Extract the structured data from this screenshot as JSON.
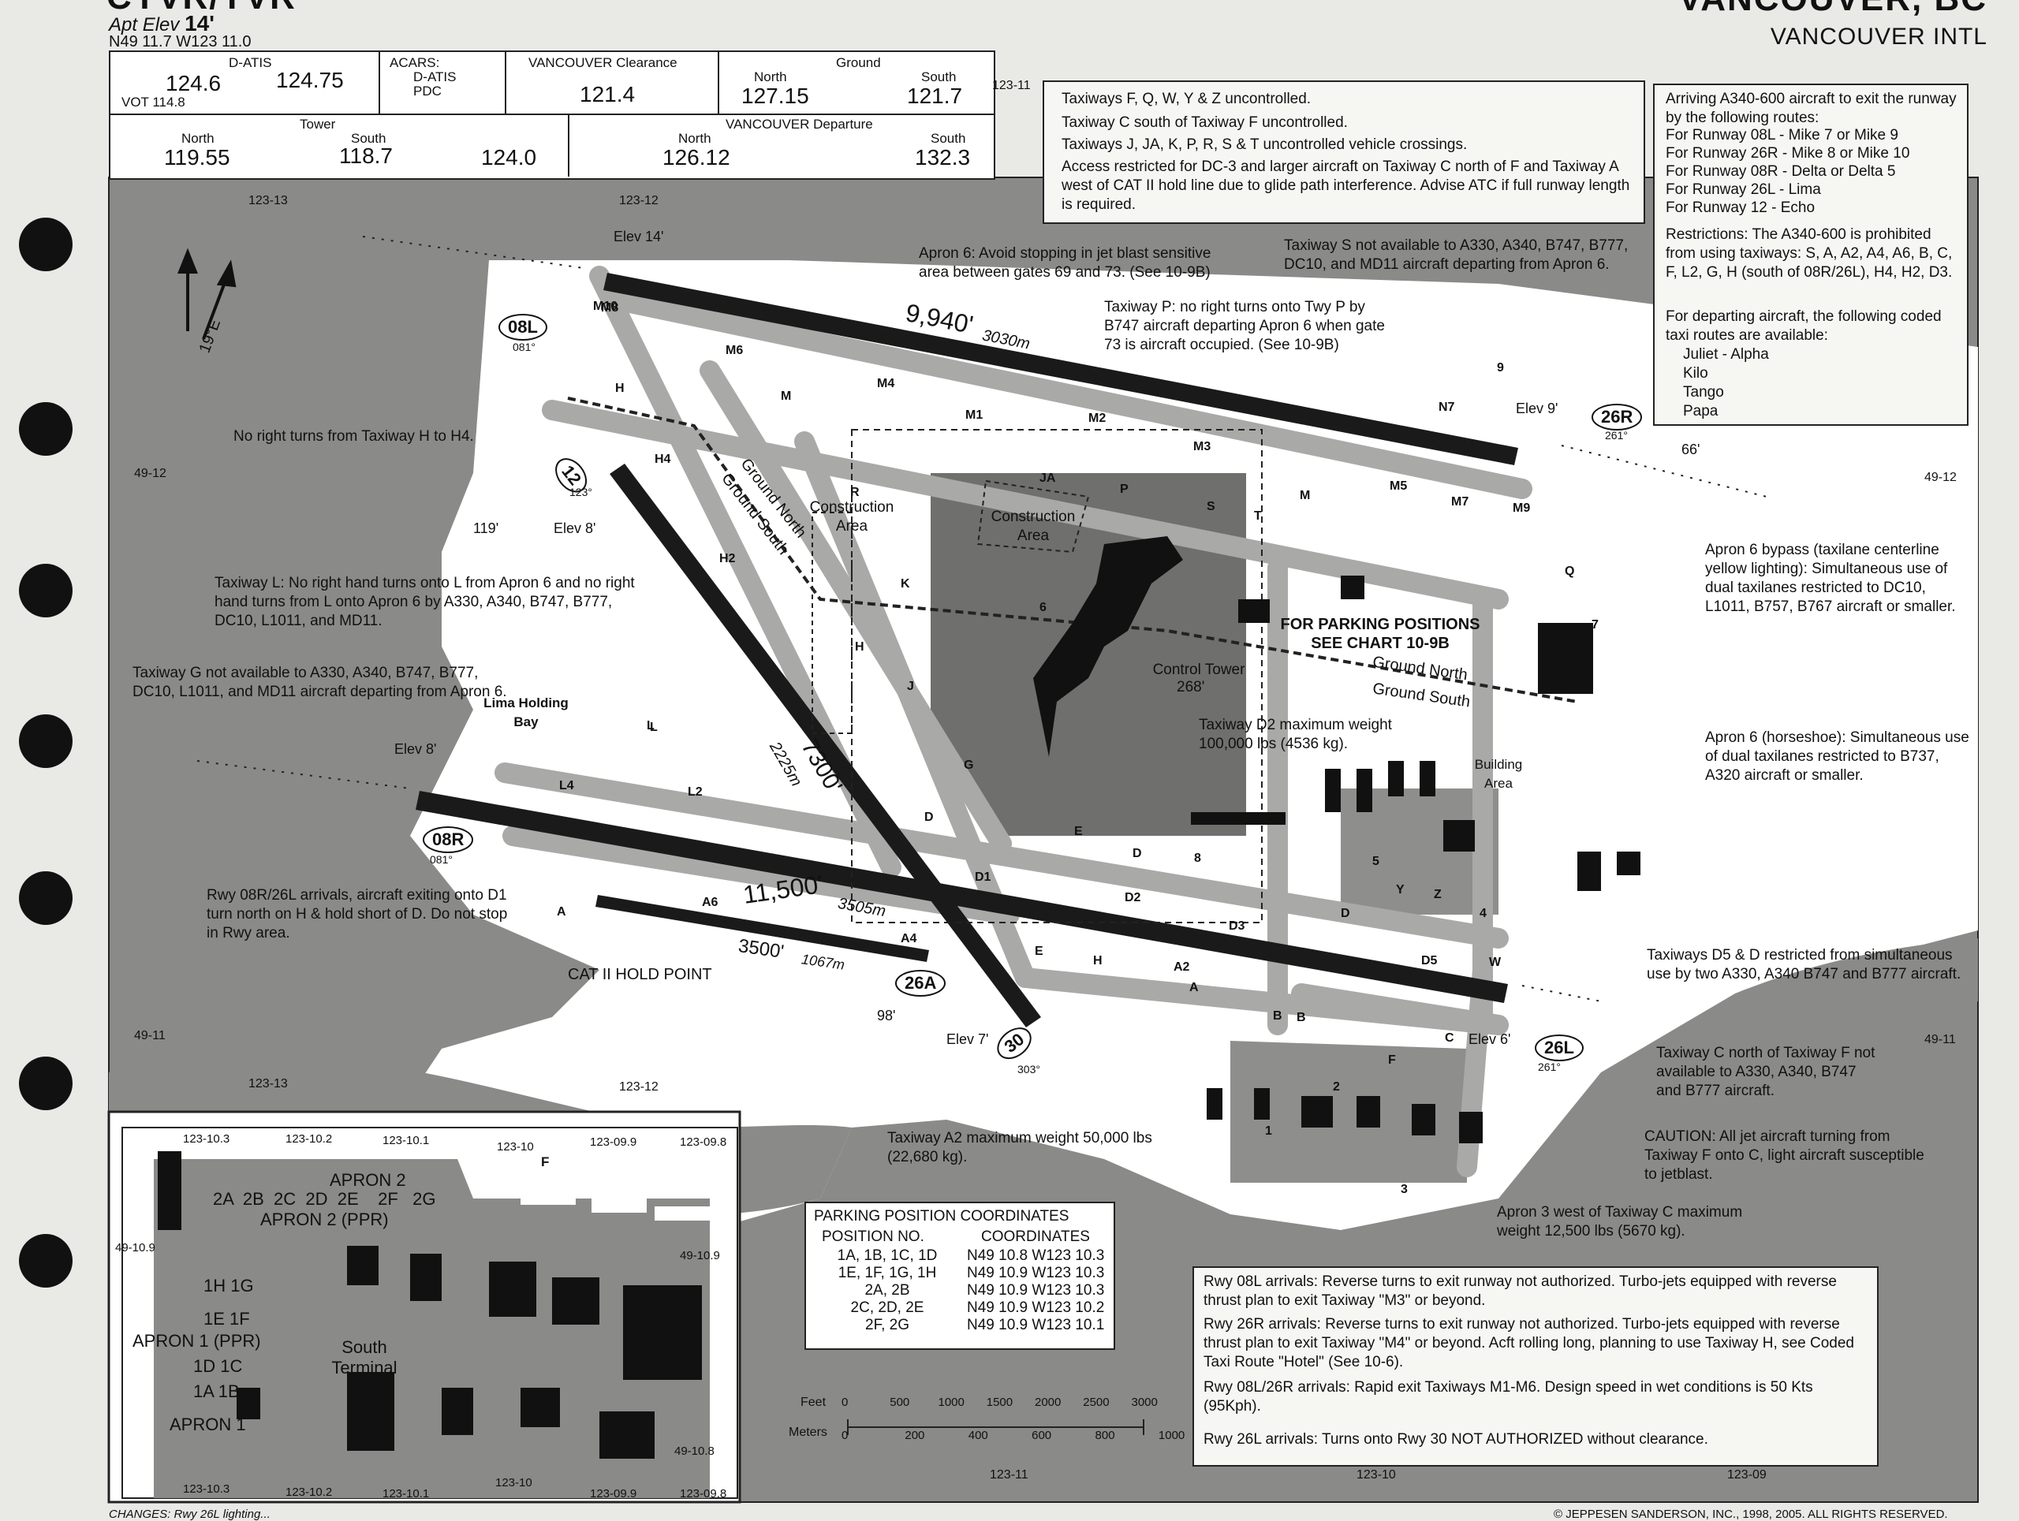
{
  "header": {
    "airport_id": "CYVR/YVR",
    "apt_elev_label": "Apt Elev",
    "apt_elev_value": "14'",
    "coordinates": "N49 11.7 W123 11.0",
    "city": "VANCOUVER, BC",
    "airport_name": "VANCOUVER INTL"
  },
  "frequencies": {
    "datis_label": "D-ATIS",
    "datis_values": [
      "124.6",
      "124.75"
    ],
    "vot": "VOT 114.8",
    "acars_label": "ACARS:",
    "acars_items": [
      "D-ATIS",
      "PDC"
    ],
    "clearance_label": "VANCOUVER Clearance",
    "clearance_value": "121.4",
    "ground_label": "Ground",
    "ground_north_label": "North",
    "ground_north_value": "127.15",
    "ground_south_label": "South",
    "ground_south_value": "121.7",
    "tower_label": "Tower",
    "tower_north_label": "North",
    "tower_north_value": "119.55",
    "tower_south_label": "South",
    "tower_south_value": "118.7",
    "tower_extra_value": "124.0",
    "departure_label": "VANCOUVER Departure",
    "departure_north_label": "North",
    "departure_north_value": "126.12",
    "departure_south_label": "South",
    "departure_south_value": "132.3"
  },
  "runways": {
    "r08L": "08L",
    "r08L_hdg": "081°",
    "r26R": "26R",
    "r26R_hdg": "261°",
    "r08R": "08R",
    "r08R_hdg": "081°",
    "r26L": "26L",
    "r26L_hdg": "261°",
    "r12": "12",
    "r12_hdg": "123°",
    "r30": "30",
    "r30_hdg": "303°",
    "r26A": "26A",
    "len_08L": "9,940'",
    "len_08L_m": "3030m",
    "len_08R": "11,500'",
    "len_08R_m": "3505m",
    "len_12": "7300'",
    "len_12_m": "2225m",
    "len_26A": "3500'",
    "len_26A_m": "1067m"
  },
  "elevations": {
    "elev_08L": "Elev 14'",
    "elev_26R": "Elev 9'",
    "elev_12": "Elev 8'",
    "elev_08R": "Elev 8'",
    "elev_30": "Elev 7'",
    "elev_26L": "Elev 6'",
    "obst_119": "119'",
    "obst_66": "66'",
    "obst_98": "98'"
  },
  "grid": {
    "top_left": "123-13",
    "top_mid": "123-12",
    "top_right": "123-11",
    "left_upper": "49-12",
    "left_lower": "49-11",
    "right_upper": "49-12",
    "right_lower": "49-11",
    "bottom_left": "123-13",
    "bottom_mid": "123-12",
    "bottom_a": "123-11",
    "bottom_b": "123-10",
    "bottom_c": "123-09"
  },
  "magvar": "19°E",
  "taxiways": [
    "M10",
    "M8",
    "M6",
    "M",
    "M4",
    "M1",
    "M2",
    "M3",
    "JA",
    "P",
    "S",
    "T",
    "M",
    "M5",
    "M7",
    "M9",
    "N7",
    "H",
    "H4",
    "H2",
    "R",
    "K",
    "H",
    "L",
    "J",
    "G",
    "L4",
    "L2",
    "L",
    "D",
    "D1",
    "E",
    "D",
    "D2",
    "D3",
    "B",
    "A6",
    "A4",
    "A",
    "E",
    "H",
    "A2",
    "A",
    "B",
    "C",
    "F",
    "D5",
    "W",
    "4",
    "Y",
    "Z",
    "D",
    "Q",
    "9",
    "7",
    "6",
    "5",
    "8",
    "1",
    "2",
    "3"
  ],
  "notes": {
    "box_top_1": "Taxiways F, Q, W, Y & Z uncontrolled.",
    "box_top_2": "Taxiway C south of Taxiway F uncontrolled.",
    "box_top_3": "Taxiways J, JA, K, P, R, S & T uncontrolled vehicle crossings.",
    "box_top_4": "Access restricted for DC-3 and larger aircraft on Taxiway C north of F and Taxiway A west of CAT II hold line due to glide path interference. Advise ATC if full runway length is required.",
    "a340_title": "Arriving A340-600 aircraft to exit the runway by the following routes:",
    "a340_routes": [
      "For Runway 08L - Mike 7 or Mike 9",
      "For Runway 26R - Mike 8 or Mike 10",
      "For Runway 08R - Delta or Delta 5",
      "For Runway 26L - Lima",
      "For Runway 12 - Echo"
    ],
    "a340_restrict": "Restrictions: The A340-600 is prohibited from using taxiways: S, A, A2, A4, A6, B, C, F, L2, G, H (south of 08R/26L), H4, H2, D3.",
    "a340_depart": "For departing aircraft, the following coded taxi routes are available:",
    "a340_depart_routes": [
      "Juliet - Alpha",
      "Kilo",
      "Tango",
      "Papa"
    ],
    "apron6_jet": "Apron 6: Avoid stopping in jet blast sensitive area between gates 69 and 73. (See 10-9B)",
    "taxiway_s": "Taxiway S not available to A330, A340, B747, B777, DC10, and MD11 aircraft departing from Apron 6.",
    "taxiway_p": "Taxiway P: no right turns onto Twy P by B747 aircraft departing Apron 6 when gate 73 is aircraft occupied. (See 10-9B)",
    "no_right_h4": "No right turns from Taxiway H to H4.",
    "taxiway_l": "Taxiway L: No right hand turns onto L from Apron 6 and no right hand turns from L onto Apron 6 by A330, A340, B747, B777, DC10, L1011, and MD11.",
    "taxiway_g": "Taxiway G not available to A330, A340, B747, B777, DC10, L1011, and MD11 aircraft departing from Apron 6.",
    "lima_bay": "Lima Holding Bay",
    "construction": "Construction Area",
    "construction2": "Construction Area",
    "ground_north": "Ground North",
    "ground_south": "Ground South",
    "parking": "FOR PARKING POSITIONS SEE CHART 10-9B",
    "tower": "Control Tower",
    "tower_elev": "268'",
    "d2_weight": "Taxiway D2 maximum weight 100,000 lbs (4536 kg).",
    "building_area": "Building Area",
    "apron6_bypass": "Apron 6 bypass (taxilane centerline yellow lighting): Simultaneous use of dual taxilanes restricted to DC10, L1011, B757, B767 aircraft or smaller.",
    "apron6_horseshoe": "Apron 6 (horseshoe): Simultaneous use of dual taxilanes restricted to B737, A320 aircraft or smaller.",
    "rwy08r_arrivals": "Rwy 08R/26L arrivals, aircraft exiting onto D1 turn north on H & hold short of D. Do not stop in Rwy area.",
    "cat2": "CAT II HOLD POINT",
    "d5_restrict": "Taxiways D5 & D restricted from simultaneous use by two A330, A340 B747 and B777 aircraft.",
    "c_north_f": "Taxiway C north of Taxiway F not available to A330, A340, B747 and B777 aircraft.",
    "caution": "CAUTION: All jet aircraft turning from Taxiway F onto C, light aircraft susceptible to jetblast.",
    "apron3": "Apron 3 west of Taxiway C maximum weight 12,500 lbs (5670 kg).",
    "a2_weight": "Taxiway A2 maximum weight 50,000 lbs (22,680 kg).",
    "bottom_1": "Rwy 08L arrivals: Reverse turns to exit runway not authorized. Turbo-jets equipped with reverse thrust plan to exit Taxiway \"M3\" or beyond.",
    "bottom_2": "Rwy 26R arrivals: Reverse turns to exit runway not authorized. Turbo-jets equipped with reverse thrust plan to exit Taxiway \"M4\" or beyond. Acft rolling long, planning to use Taxiway H, see Coded Taxi Route \"Hotel\" (See 10-6).",
    "bottom_3": "Rwy 08L/26R arrivals: Rapid exit Taxiways M1-M6. Design speed in wet conditions is 50 Kts (95Kph).",
    "bottom_4": "Rwy 26L arrivals: Turns onto Rwy 30 NOT AUTHORIZED without clearance."
  },
  "parking_table": {
    "title": "PARKING POSITION COORDINATES",
    "col1": "POSITION NO.",
    "col2": "COORDINATES",
    "rows": [
      [
        "1A, 1B, 1C, 1D",
        "N49 10.8 W123 10.3"
      ],
      [
        "1E, 1F, 1G, 1H",
        "N49 10.9 W123 10.3"
      ],
      [
        "2A, 2B",
        "N49 10.9 W123 10.3"
      ],
      [
        "2C, 2D, 2E",
        "N49 10.9 W123 10.2"
      ],
      [
        "2F, 2G",
        "N49 10.9 W123 10.1"
      ]
    ]
  },
  "scale": {
    "feet_label": "Feet",
    "feet_ticks": [
      "0",
      "500",
      "1000",
      "1500",
      "2000",
      "2500",
      "3000"
    ],
    "meters_label": "Meters",
    "meters_ticks": [
      "0",
      "200",
      "400",
      "600",
      "800",
      "1000"
    ]
  },
  "inset": {
    "grid_top": [
      "123-10.3",
      "123-10.2",
      "123-10.1",
      "123-10",
      "123-09.9",
      "123-09.8"
    ],
    "grid_bottom": [
      "123-10.3",
      "123-10.2",
      "123-10.1",
      "123-10",
      "123-09.9",
      "123-09.8"
    ],
    "grid_left": "49-10.9",
    "grid_right_upper": "49-10.9",
    "grid_right_lower": "49-10.8",
    "taxiway_f": "F",
    "apron2": "APRON 2",
    "apron2_pos_row": "2A  2B  2C  2D  2E    2F   2G",
    "apron2_ppr": "APRON 2 (PPR)",
    "pos_1h_1g": "1H  1G",
    "pos_1e_1f": "1E   1F",
    "apron1_ppr": "APRON 1 (PPR)",
    "pos_1d_1c": "1D  1C",
    "pos_1a_1b": "1A   1B",
    "apron1": "APRON 1",
    "south_terminal": "South Terminal"
  },
  "footer": {
    "changes": "CHANGES: Rwy 26L lighting...",
    "copyright": "© JEPPESEN SANDERSON, INC., 1998, 2005. ALL RIGHTS RESERVED."
  },
  "colors": {
    "water": "#8a8a88",
    "land": "#ffffff",
    "paper": "#e9e9e6",
    "runway": "#1a1a1a",
    "taxiway": "#a9a9a7",
    "apron": "#6f6f6d",
    "building": "#111111"
  }
}
